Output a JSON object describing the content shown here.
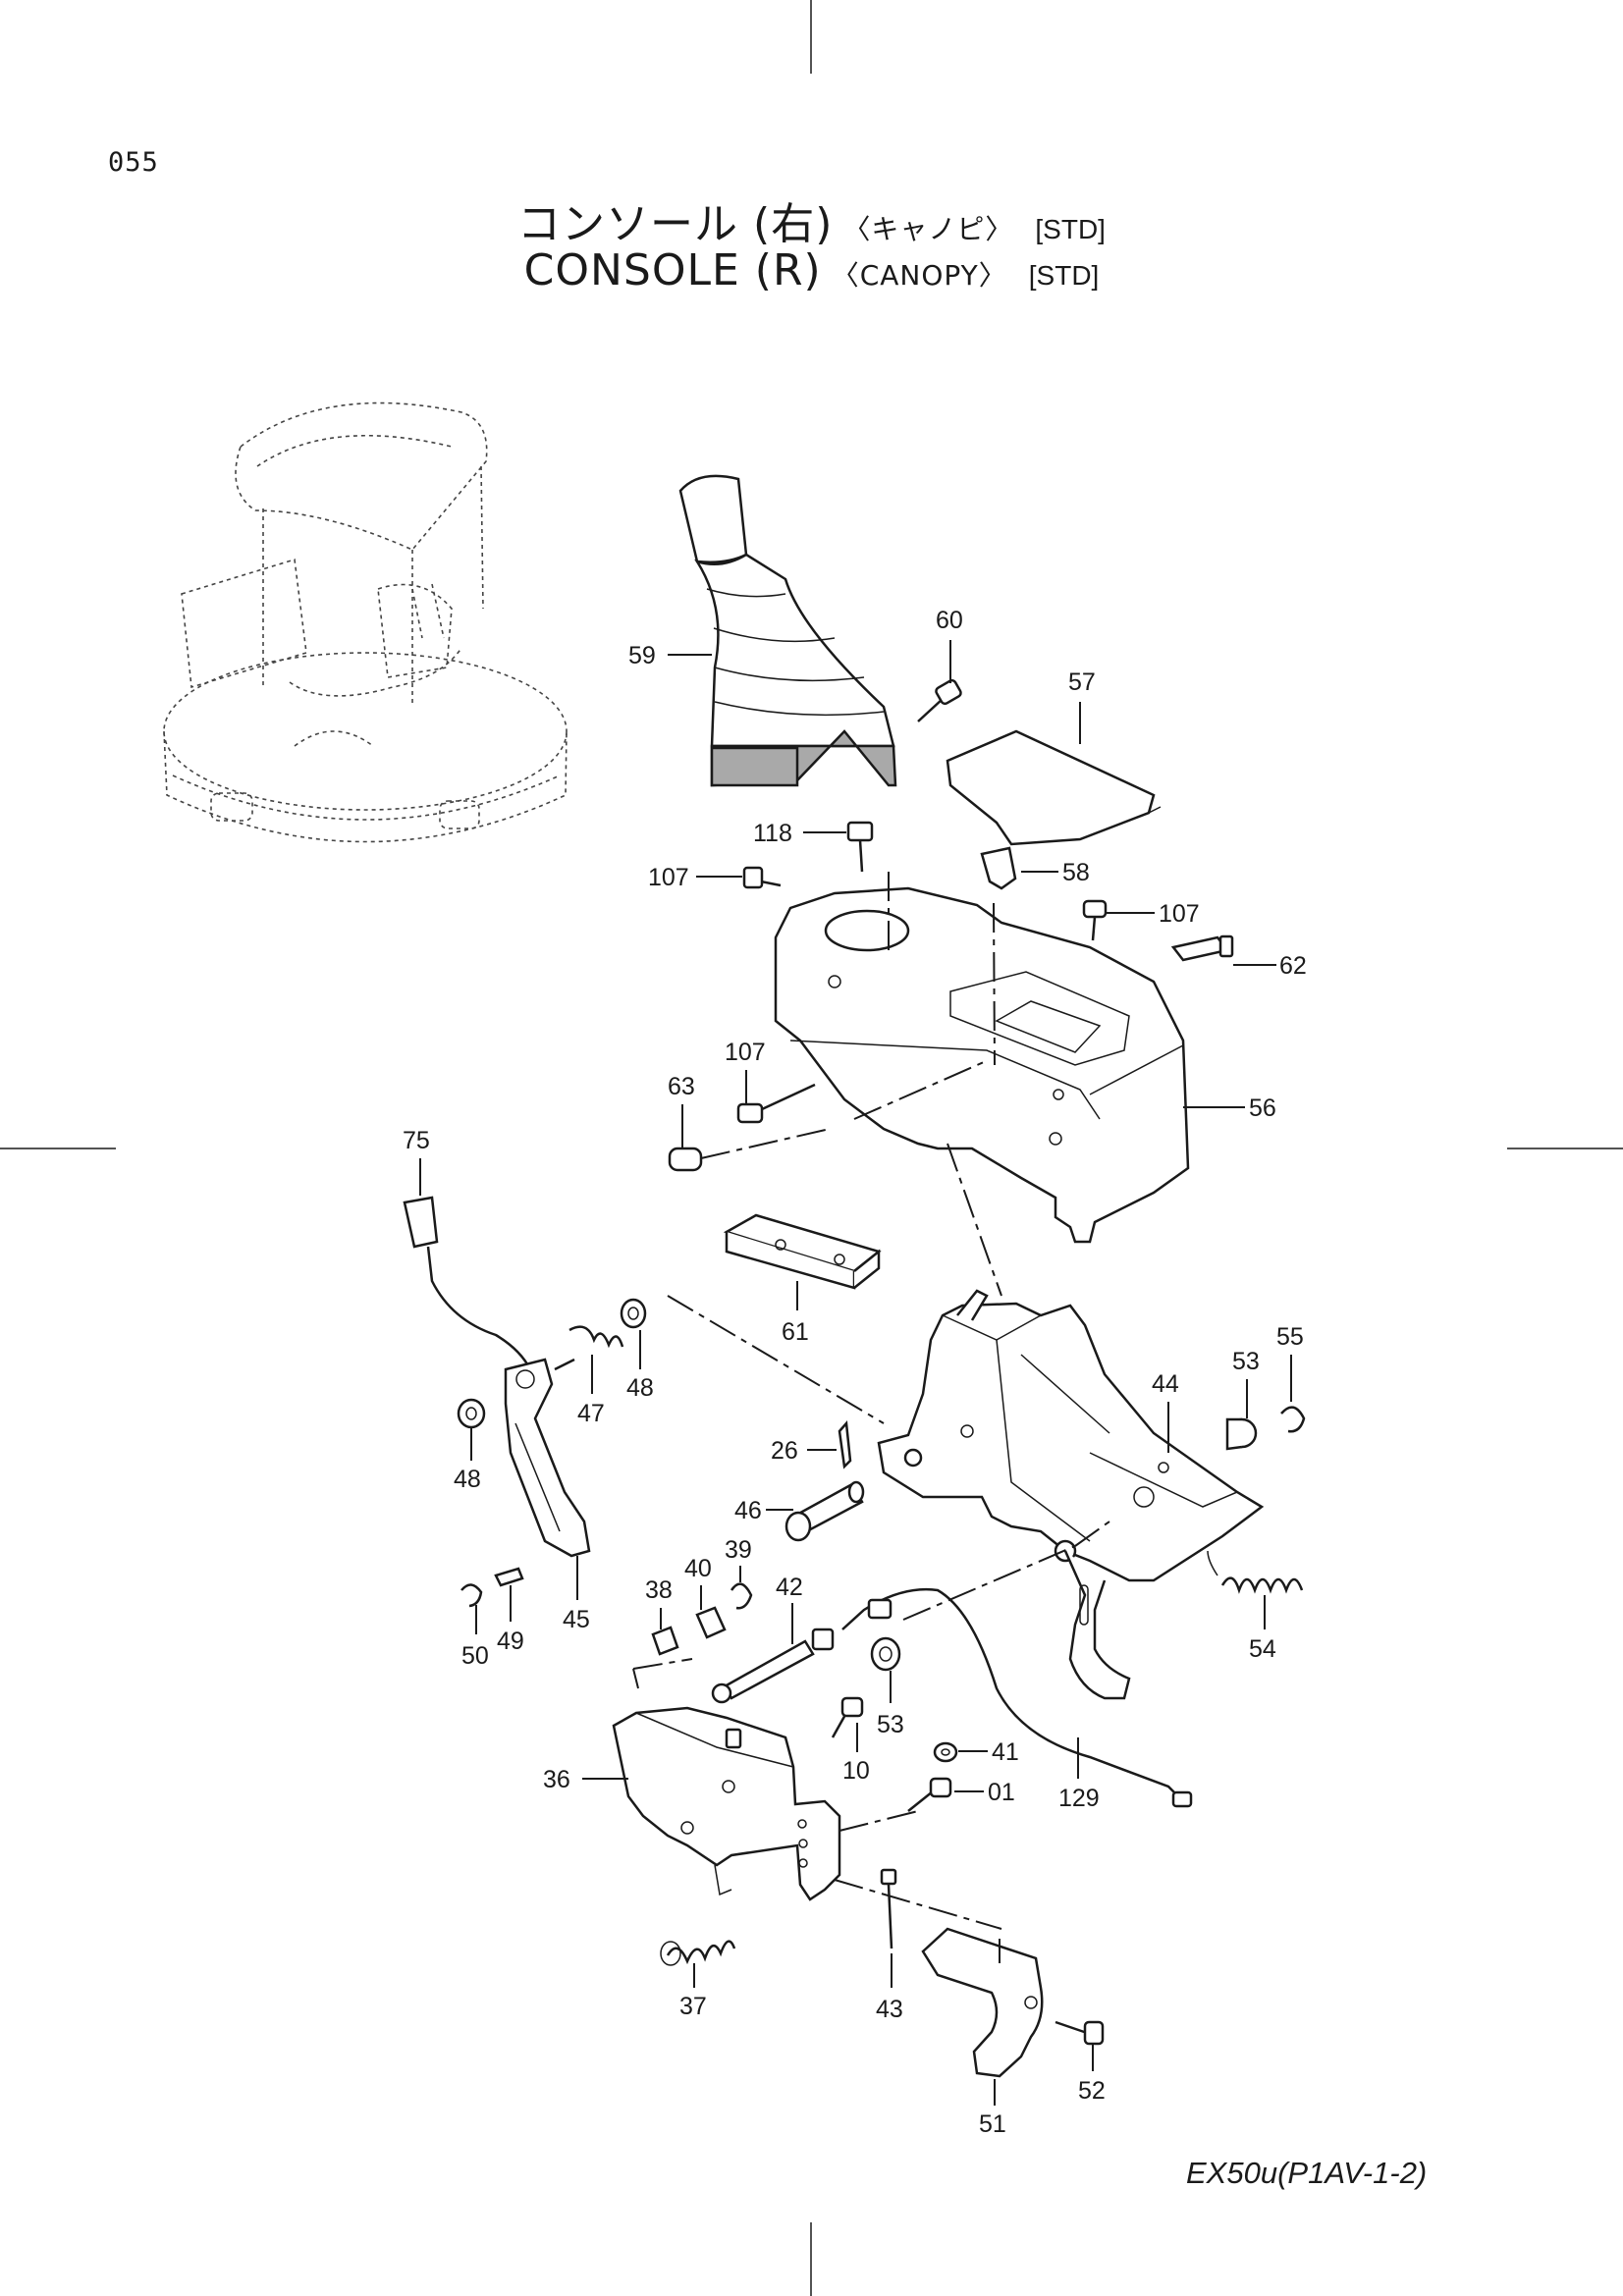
{
  "page_number": "055",
  "title_jp": {
    "main": "コンソール (右)",
    "sub": "〈キャノピ〉",
    "std": "[STD]"
  },
  "title_en": {
    "main": "CONSOLE (R)",
    "sub": "〈CANOPY〉",
    "std": "[STD]"
  },
  "footer": "EX50u(P1AV-1-2)",
  "callouts": {
    "p01": "01",
    "p10": "10",
    "p26": "26",
    "p36": "36",
    "p37": "37",
    "p38": "38",
    "p39": "39",
    "p40": "40",
    "p41": "41",
    "p42": "42",
    "p43": "43",
    "p44": "44",
    "p45": "45",
    "p46": "46",
    "p47": "47",
    "p48a": "48",
    "p48b": "48",
    "p49": "49",
    "p50": "50",
    "p51": "51",
    "p52": "52",
    "p53a": "53",
    "p53b": "53",
    "p54": "54",
    "p55": "55",
    "p56": "56",
    "p57": "57",
    "p58": "58",
    "p59": "59",
    "p60": "60",
    "p61": "61",
    "p62": "62",
    "p63": "63",
    "p75": "75",
    "p107a": "107",
    "p107b": "107",
    "p107c": "107",
    "p118": "118",
    "p129": "129"
  }
}
